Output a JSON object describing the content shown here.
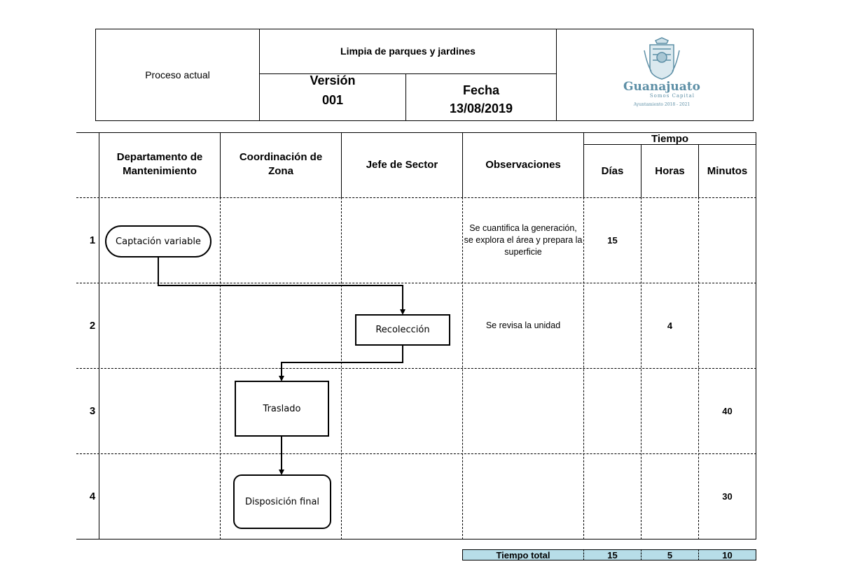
{
  "header": {
    "process_label": "Proceso actual",
    "title": "Limpia de parques y jardines",
    "version_label": "Versión",
    "version_value": "001",
    "date_label": "Fecha",
    "date_value": "13/08/2019",
    "logo": {
      "name": "Guanajuato",
      "tagline": "Somos Capital",
      "period": "Ayuntamiento 2018 - 2021",
      "color": "#5d8fa6"
    }
  },
  "table": {
    "columns": [
      "Departamento de Mantenimiento",
      "Coordinación de Zona",
      "Jefe de Sector",
      "Observaciones"
    ],
    "time_group": "Tiempo",
    "time_columns": [
      "Días",
      "Horas",
      "Minutos"
    ],
    "rows": [
      {
        "num": "1",
        "observation": "Se cuantifica la generación, se explora el área y prepara la superficie",
        "dias": "15",
        "horas": "",
        "minutos": ""
      },
      {
        "num": "2",
        "observation": "Se revisa la unidad",
        "dias": "",
        "horas": "4",
        "minutos": ""
      },
      {
        "num": "3",
        "observation": "",
        "dias": "",
        "horas": "",
        "minutos": "40"
      },
      {
        "num": "4",
        "observation": "",
        "dias": "",
        "horas": "",
        "minutos": "30"
      }
    ],
    "total": {
      "label": "Tiempo total",
      "dias": "15",
      "horas": "5",
      "minutos": "10",
      "fill_color": "#b7dde8"
    }
  },
  "flow": {
    "nodes": {
      "captacion": "Captación variable",
      "recoleccion": "Recolección",
      "traslado": "Traslado",
      "disposicion": "Disposición final"
    }
  }
}
